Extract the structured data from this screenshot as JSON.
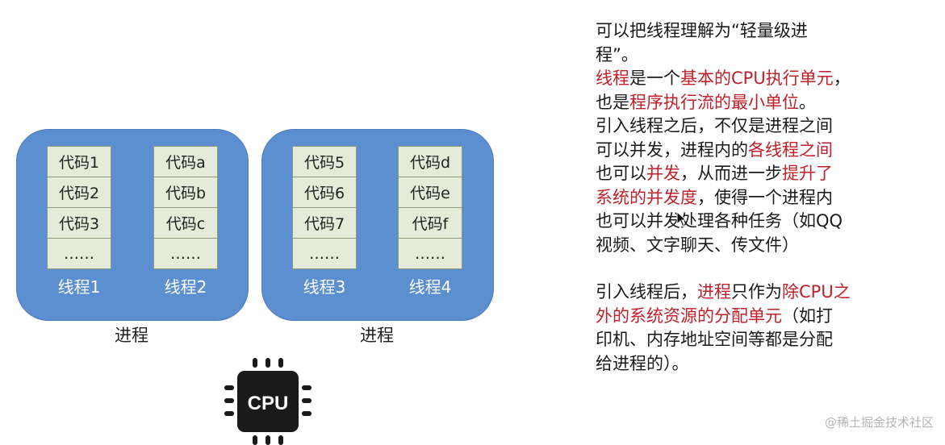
{
  "processes": [
    {
      "label": "进程",
      "threads": [
        {
          "label": "线程1",
          "cells": [
            "代码1",
            "代码2",
            "代码3",
            "……"
          ]
        },
        {
          "label": "线程2",
          "cells": [
            "代码a",
            "代码b",
            "代码c",
            "……"
          ]
        }
      ]
    },
    {
      "label": "进程",
      "threads": [
        {
          "label": "线程3",
          "cells": [
            "代码5",
            "代码6",
            "代码7",
            "……"
          ]
        },
        {
          "label": "线程4",
          "cells": [
            "代码d",
            "代码e",
            "代码f",
            "……"
          ]
        }
      ]
    }
  ],
  "cpu": {
    "label": "CPU"
  },
  "text": {
    "p1": {
      "l1": "可以把线程理解为“轻量级进",
      "l2": "程”。"
    },
    "p2": {
      "l1a": "线程",
      "l1b": "是一个",
      "l1c": "基本的CPU执行单元",
      "l1d": "，",
      "l2a": "也是",
      "l2b": "程序执行流的最小单位",
      "l2c": "。"
    },
    "p3": {
      "l1": "引入线程之后，不仅是进程之间",
      "l2a": "可以并发，进程内的",
      "l2b": "各线程之间",
      "l3a": "也可以",
      "l3b": "并发",
      "l3c": "，从而进一步",
      "l3d": "提升了",
      "l4a": "系统的并发度",
      "l4b": "，使得一个进程内",
      "l5": "也可以并发处理各种任务（如QQ",
      "l6": "视频、文字聊天、传文件）"
    },
    "p4": {
      "l1a": "引入线程后，",
      "l1b": "进程",
      "l1c": "只作为",
      "l1d": "除CPU之",
      "l2a": "外的系统资源的分配单元",
      "l2b": "（如打",
      "l3": "印机、内存地址空间等都是分配",
      "l4": "给进程的）。"
    }
  },
  "watermark": "@稀土掘金技术社区",
  "colors": {
    "process_fill": "#5b8fd0",
    "cell_fill": "#e4ecd9",
    "highlight": "#c0202a"
  }
}
